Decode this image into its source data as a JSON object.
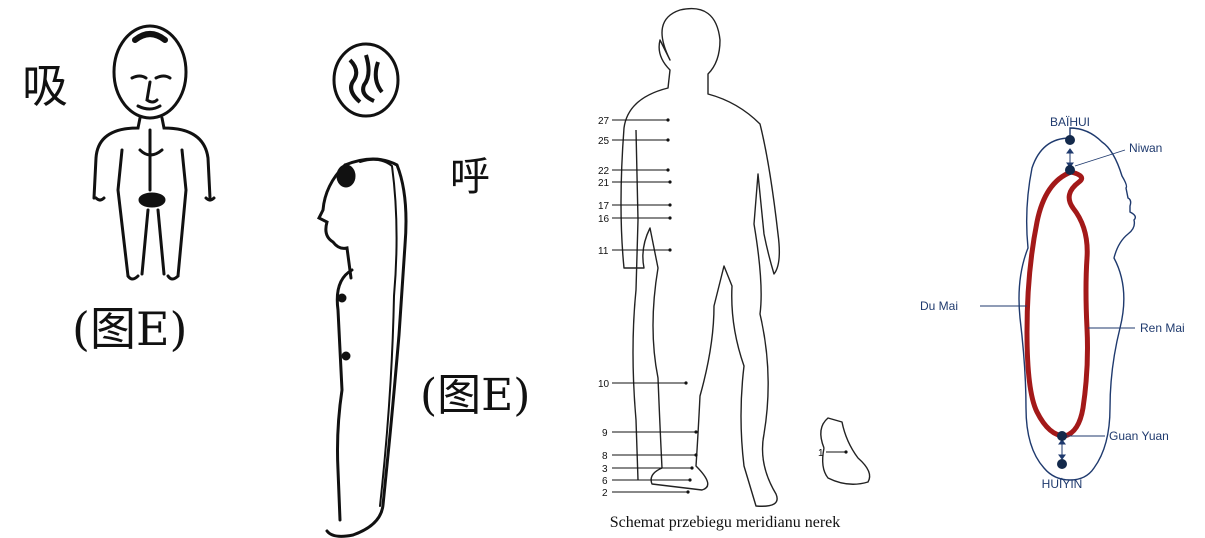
{
  "sketch": {
    "inhale_char": "吸",
    "exhale_char": "呼",
    "figure_label_front": "(图E)",
    "figure_label_side": "(图E)"
  },
  "meridian_chart": {
    "point_numbers": [
      "27",
      "25",
      "22",
      "21",
      "17",
      "16",
      "11",
      "10",
      "9",
      "8",
      "3",
      "6",
      "2",
      "1"
    ],
    "caption": "Schemat przebiegu meridianu nerek"
  },
  "orbit_diagram": {
    "labels": {
      "top": "BAÏHUI",
      "niwan": "Niwan",
      "du_mai": "Du Mai",
      "ren_mai": "Ren Mai",
      "guan_yuan": "Guan Yuan",
      "bottom": "HUÏYIN"
    },
    "colors": {
      "channel": "#a31919",
      "outline": "#1f3a6e",
      "point": "#13294b"
    }
  }
}
